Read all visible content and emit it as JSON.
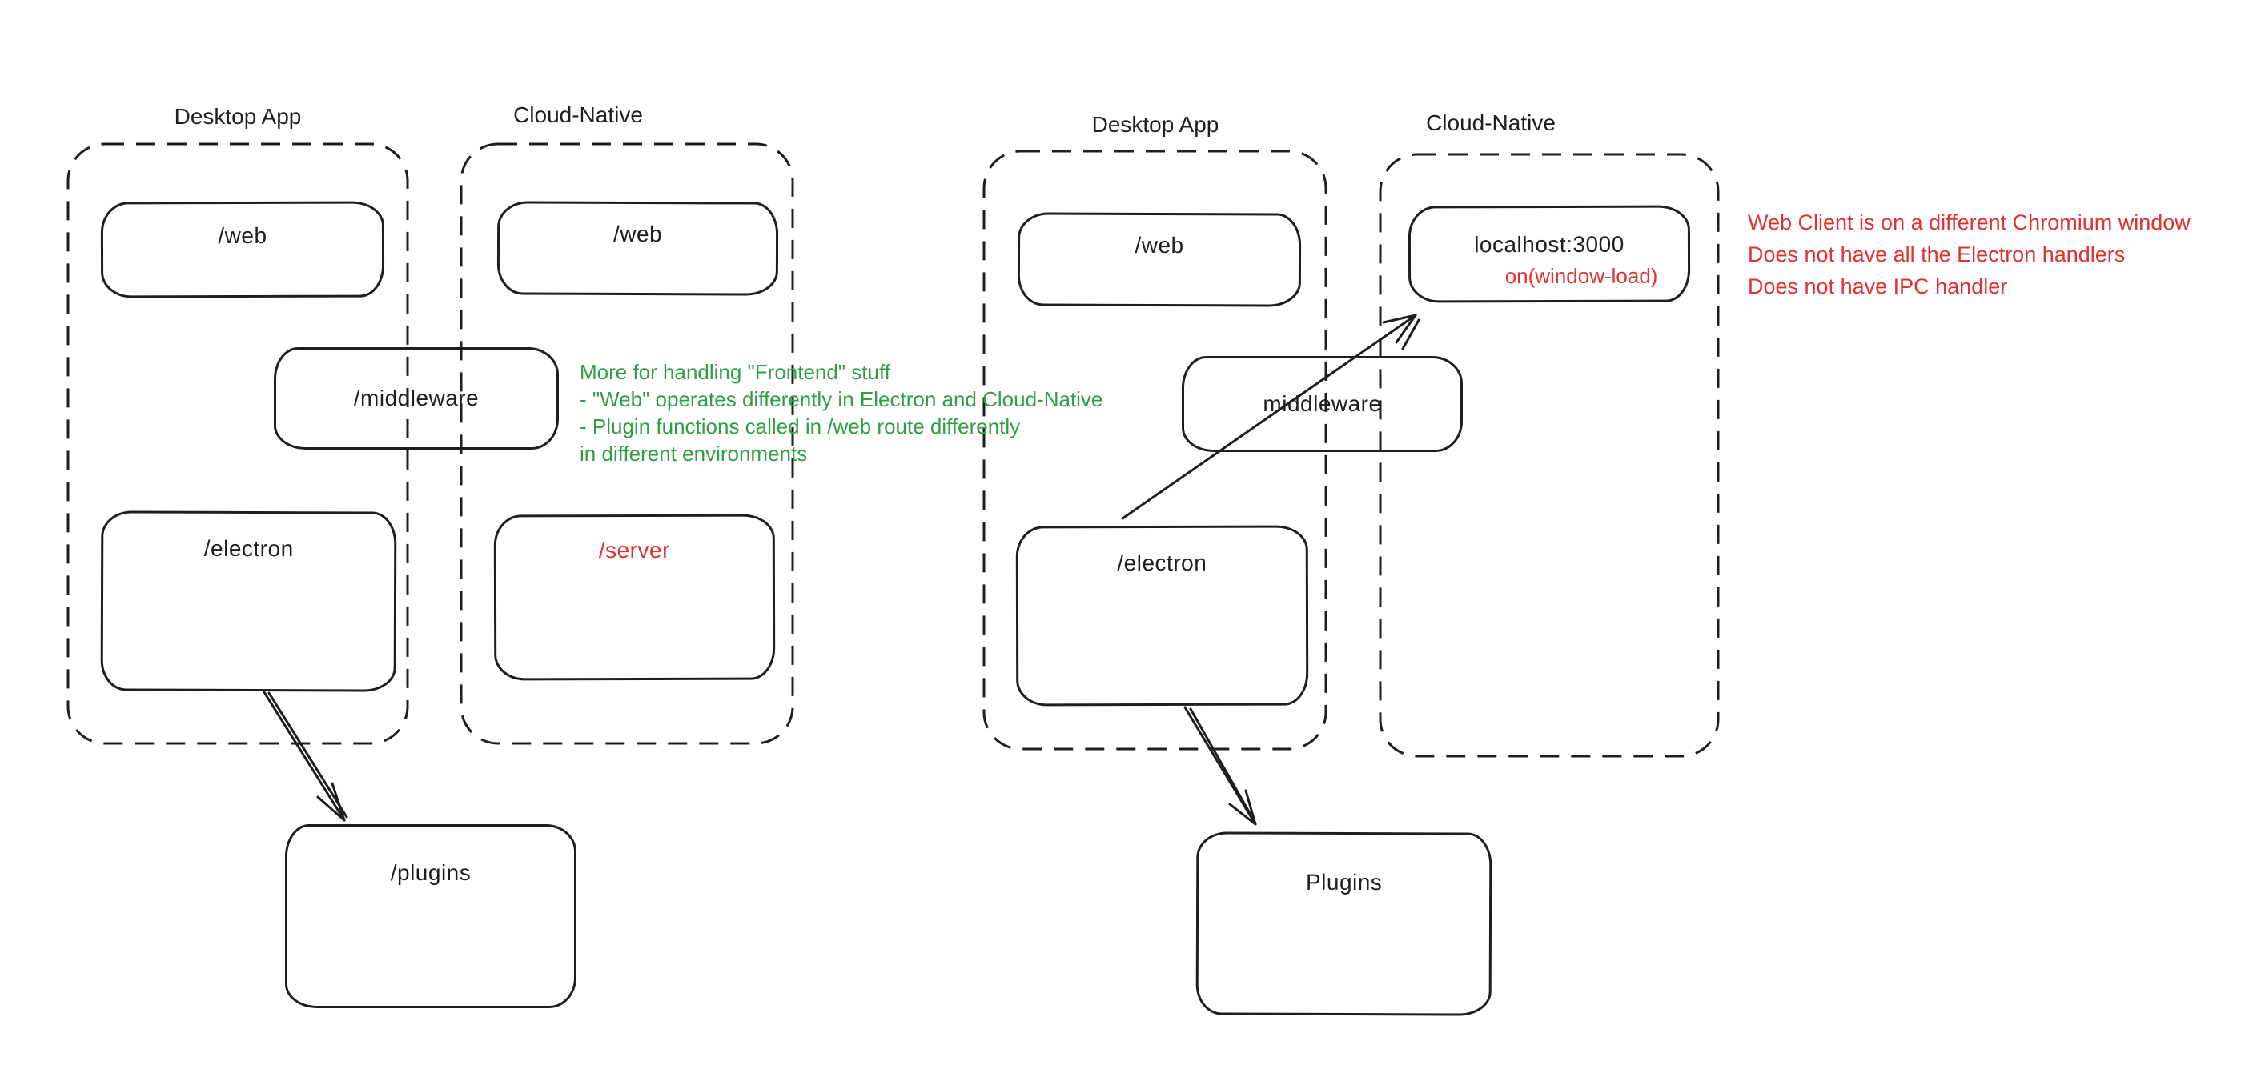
{
  "colors": {
    "ink": "#1e1e1e",
    "red": "#e03131",
    "green": "#2f9e44",
    "background": "#ffffff"
  },
  "left": {
    "desktop_label": "Desktop App",
    "cloud_label": "Cloud-Native",
    "web_desktop": "/web",
    "web_cloud": "/web",
    "middleware": "/middleware",
    "electron": "/electron",
    "server": "/server",
    "plugins": "/plugins",
    "green_note": [
      "More for handling \"Frontend\" stuff",
      "- \"Web\" operates differently in Electron and Cloud-Native",
      "- Plugin functions called in /web route differently",
      "in different environments"
    ]
  },
  "right": {
    "desktop_label": "Desktop App",
    "cloud_label": "Cloud-Native",
    "web_desktop": "/web",
    "localhost": "localhost:3000",
    "window_load": "on(window-load)",
    "middleware": "middleware",
    "electron": "/electron",
    "plugins": "Plugins",
    "red_note": [
      "Web Client is on a different Chromium window",
      "Does not have all the Electron handlers",
      "Does not have IPC handler"
    ]
  }
}
